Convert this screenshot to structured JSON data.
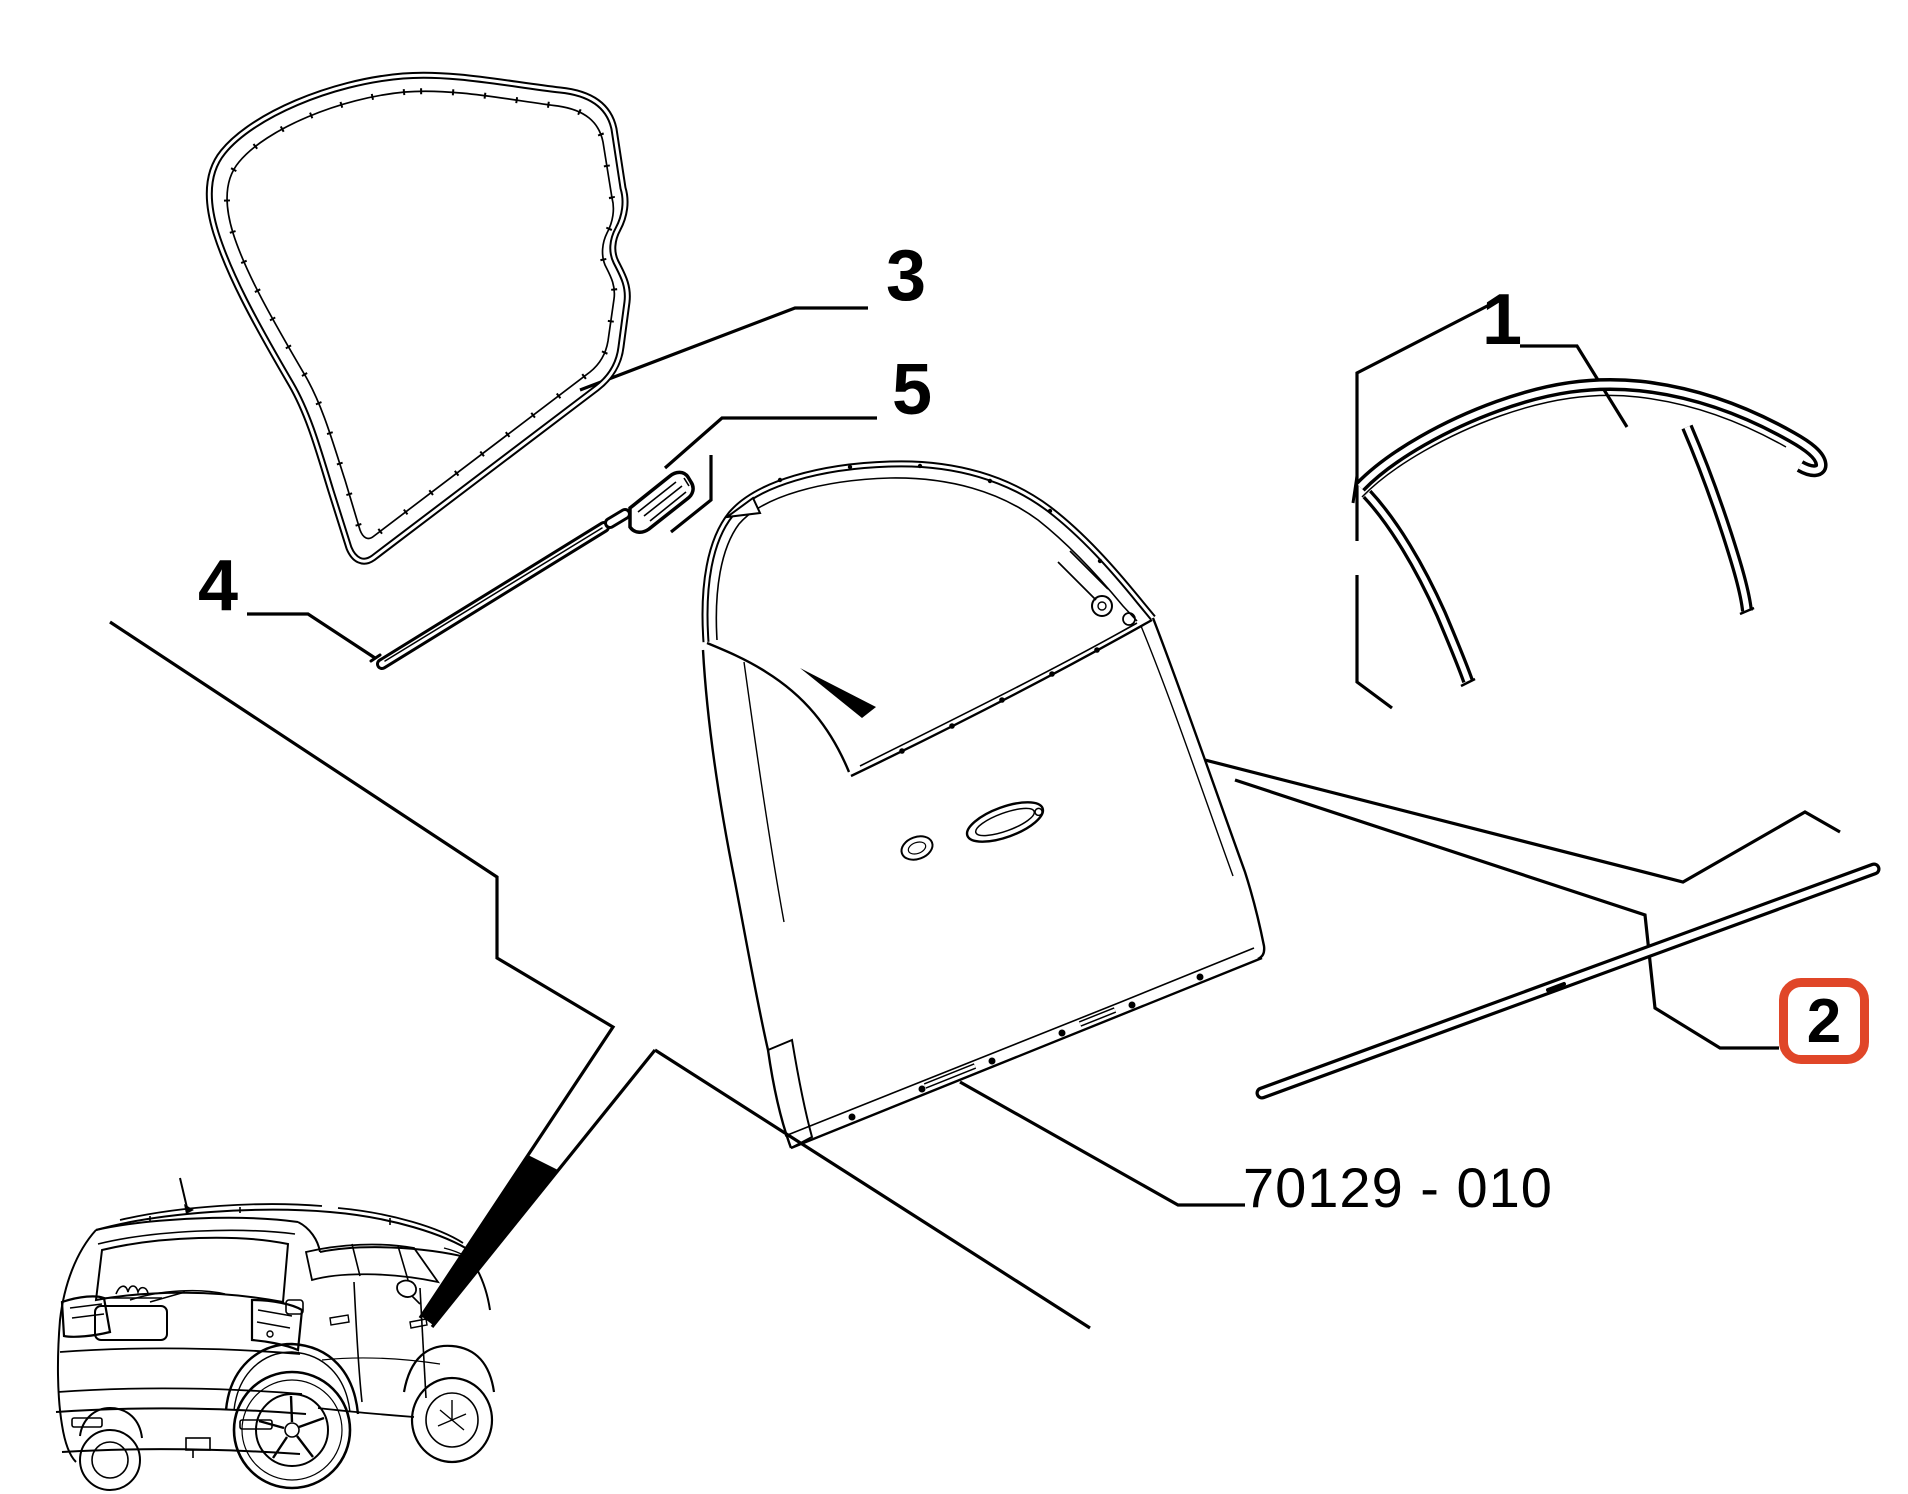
{
  "diagram": {
    "part_code": "70129 - 010",
    "callouts": [
      {
        "id": "1",
        "label": "1",
        "highlighted": false
      },
      {
        "id": "2",
        "label": "2",
        "highlighted": true
      },
      {
        "id": "3",
        "label": "3",
        "highlighted": false
      },
      {
        "id": "4",
        "label": "4",
        "highlighted": false
      },
      {
        "id": "5",
        "label": "5",
        "highlighted": false
      }
    ],
    "colors": {
      "highlight": "#e04628",
      "line": "#000000",
      "background": "#ffffff"
    }
  }
}
